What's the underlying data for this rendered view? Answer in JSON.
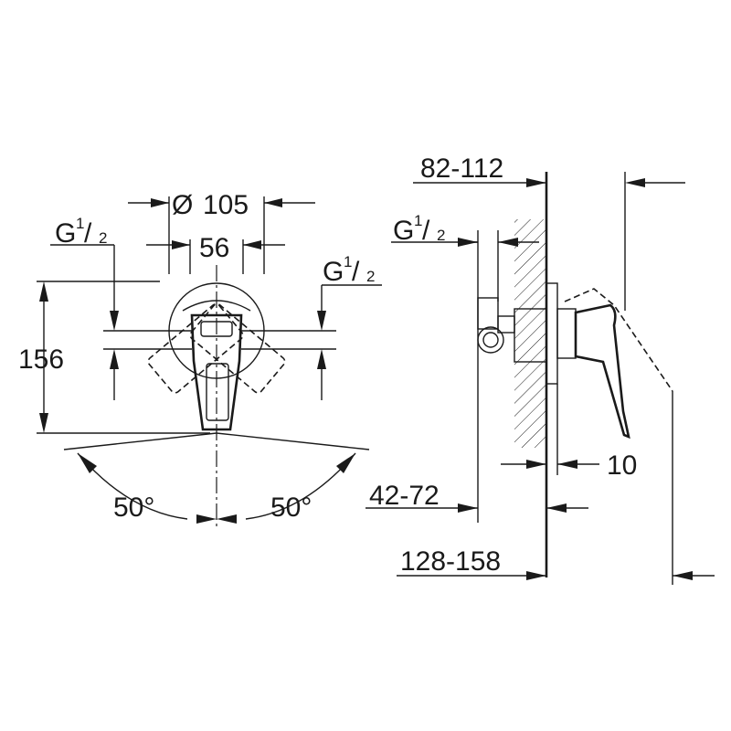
{
  "front_view": {
    "diameter_symbol": "Ø",
    "diameter_value": "105",
    "spacing_value": "56",
    "height_value": "156",
    "angle_left": "50°",
    "angle_right": "50°",
    "thread_left": {
      "base": "G",
      "num": "1",
      "slash": "/",
      "den": "2"
    },
    "thread_right": {
      "base": "G",
      "num": "1",
      "slash": "/",
      "den": "2"
    }
  },
  "side_view": {
    "dim_wall_depth": "82-112",
    "dim_projection_1": "42-72",
    "dim_projection_2": "128-158",
    "dim_plate": "10",
    "thread": {
      "base": "G",
      "num": "1",
      "slash": "/",
      "den": "2"
    }
  }
}
